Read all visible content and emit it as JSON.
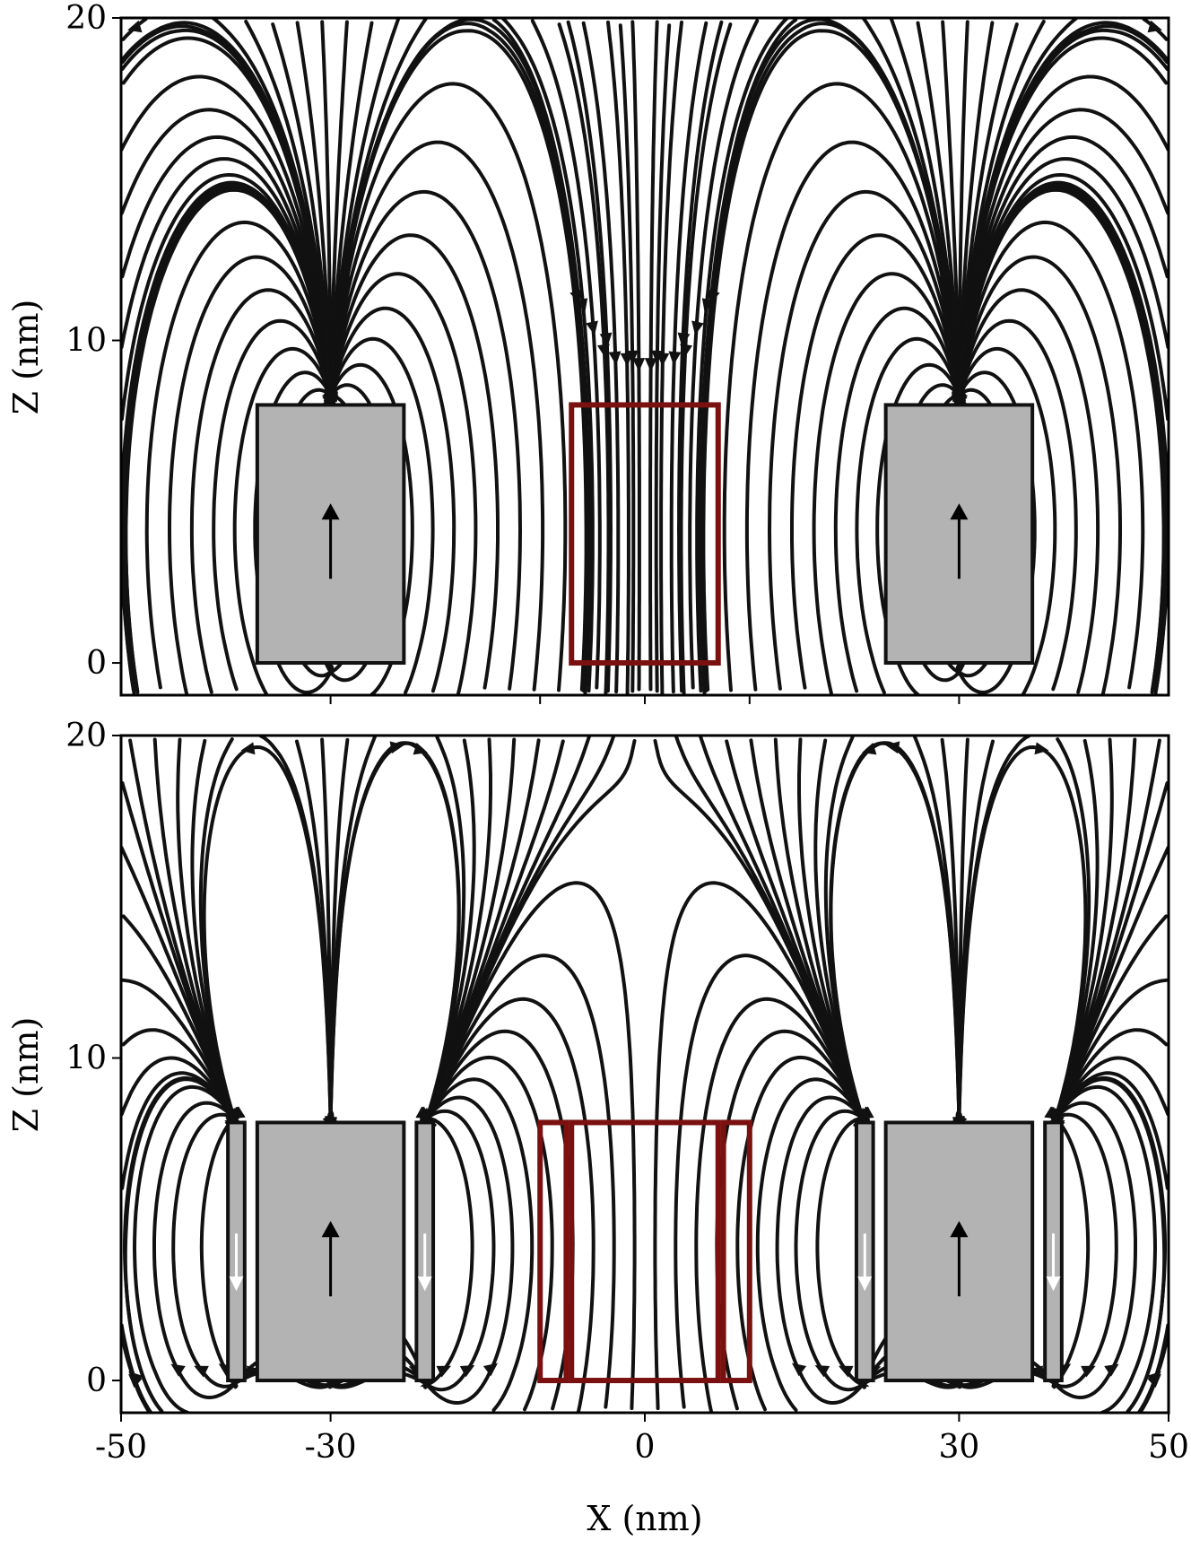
{
  "colors": {
    "magnet_fill": "#b3b3b3",
    "magnet_edge": "#111111",
    "region_edge": "#7a1010",
    "streamline": "#111111",
    "moment_arrow": "#000000",
    "moment_arrow_inverse": "#ffffff"
  },
  "chart_data": [
    {
      "type": "streamplot",
      "panel": "top",
      "xlabel": "",
      "ylabel": "Z (nm)",
      "xlim": [
        -50,
        50
      ],
      "ylim": [
        -1,
        20
      ],
      "xticks": [
        -30,
        -10,
        0,
        10,
        30
      ],
      "xtick_labels": [
        "",
        "",
        "",
        "",
        ""
      ],
      "yticks": [
        0,
        10,
        20
      ],
      "ytick_labels": [
        "0",
        "10",
        "20"
      ],
      "magnets": [
        {
          "x0": -37,
          "x1": -23,
          "z0": 0,
          "z1": 8,
          "moment": "up"
        },
        {
          "x0": 23,
          "x1": 37,
          "z0": 0,
          "z1": 8,
          "moment": "up"
        }
      ],
      "regions": [
        {
          "x0": -7,
          "x1": 7,
          "z0": 0,
          "z1": 8
        }
      ],
      "field_sources": [
        {
          "x": -30,
          "z0": 0,
          "z1": 8,
          "m": 1
        },
        {
          "x": 30,
          "z0": 0,
          "z1": 8,
          "m": 1
        }
      ],
      "grid": false,
      "legend": "none"
    },
    {
      "type": "streamplot",
      "panel": "bottom",
      "xlabel": "X (nm)",
      "ylabel": "Z (nm)",
      "xlim": [
        -50,
        50
      ],
      "ylim": [
        -1,
        20
      ],
      "xticks": [
        -50,
        -30,
        0,
        30,
        50
      ],
      "xtick_labels": [
        "-50",
        "-30",
        "0",
        "30",
        "50"
      ],
      "yticks": [
        0,
        10,
        20
      ],
      "ytick_labels": [
        "0",
        "10",
        "20"
      ],
      "magnets": [
        {
          "x0": -39.8,
          "x1": -38.2,
          "z0": 0,
          "z1": 8,
          "moment": "down"
        },
        {
          "x0": -37,
          "x1": -23,
          "z0": 0,
          "z1": 8,
          "moment": "up"
        },
        {
          "x0": -21.8,
          "x1": -20.2,
          "z0": 0,
          "z1": 8,
          "moment": "down"
        },
        {
          "x0": 20.2,
          "x1": 21.8,
          "z0": 0,
          "z1": 8,
          "moment": "down"
        },
        {
          "x0": 23,
          "x1": 37,
          "z0": 0,
          "z1": 8,
          "moment": "up"
        },
        {
          "x0": 38.2,
          "x1": 39.8,
          "z0": 0,
          "z1": 8,
          "moment": "down"
        }
      ],
      "regions": [
        {
          "x0": -10,
          "x1": -7.5,
          "z0": 0,
          "z1": 8
        },
        {
          "x0": -7,
          "x1": 7,
          "z0": 0,
          "z1": 8
        },
        {
          "x0": 7.5,
          "x1": 10,
          "z0": 0,
          "z1": 8
        }
      ],
      "field_sources": [
        {
          "x": -30,
          "z0": 0,
          "z1": 8,
          "m": 1
        },
        {
          "x": 30,
          "z0": 0,
          "z1": 8,
          "m": 1
        },
        {
          "x": -39,
          "z0": 0,
          "z1": 8,
          "m": -0.55
        },
        {
          "x": -21,
          "z0": 0,
          "z1": 8,
          "m": -0.55
        },
        {
          "x": 21,
          "z0": 0,
          "z1": 8,
          "m": -0.55
        },
        {
          "x": 39,
          "z0": 0,
          "z1": 8,
          "m": -0.55
        }
      ],
      "grid": false,
      "legend": "none"
    }
  ]
}
